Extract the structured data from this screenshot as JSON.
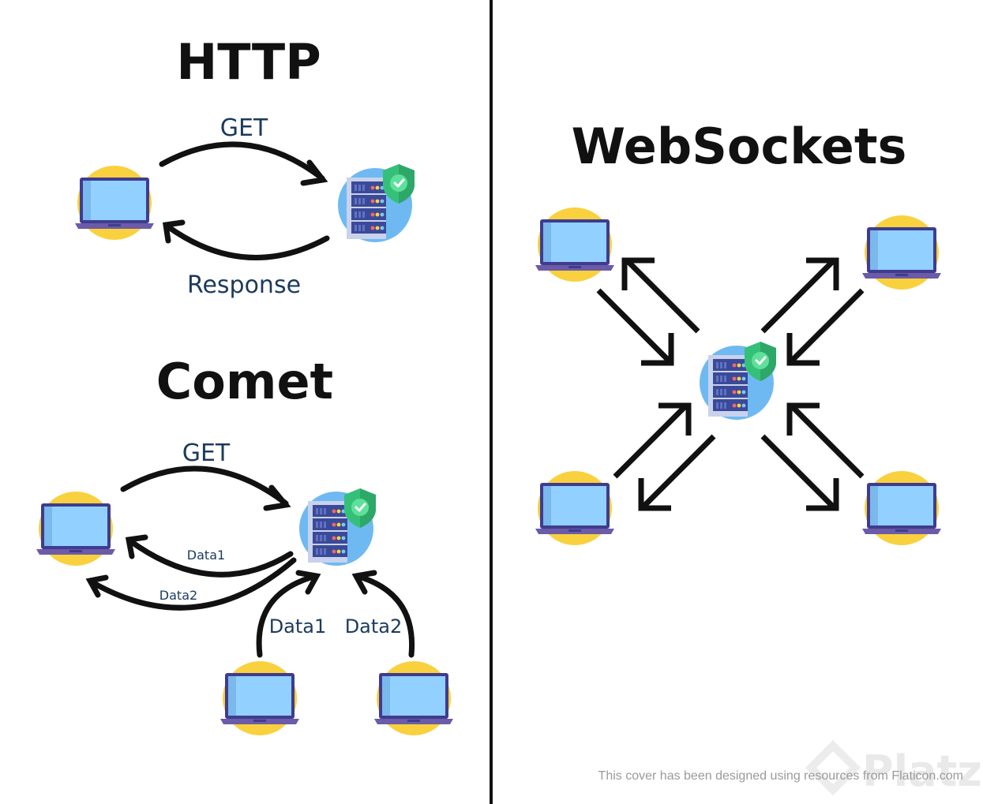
{
  "sections": {
    "http": {
      "title": "HTTP",
      "request_label": "GET",
      "response_label": "Response"
    },
    "comet": {
      "title": "Comet",
      "request_label": "GET",
      "push_label_1": "Data1",
      "push_label_2": "Data2",
      "incoming_label_1": "Data1",
      "incoming_label_2": "Data2"
    },
    "websockets": {
      "title": "WebSockets"
    }
  },
  "footer": {
    "credit": "This cover has been designed using resources from Flaticon.com",
    "watermark": "Platzi"
  },
  "icons": {
    "client": "laptop-icon",
    "server": "server-icon",
    "security": "shield-check-icon"
  },
  "colors": {
    "laptop_circle": "#F9D13E",
    "laptop_screen": "#92D0FF",
    "laptop_frame": "#3F3C8F",
    "server_circle": "#6FB9F2",
    "server_rack": "#3B4A98",
    "shield": "#35C07A",
    "text_label": "#1B3A5E",
    "divider": "#111111"
  }
}
